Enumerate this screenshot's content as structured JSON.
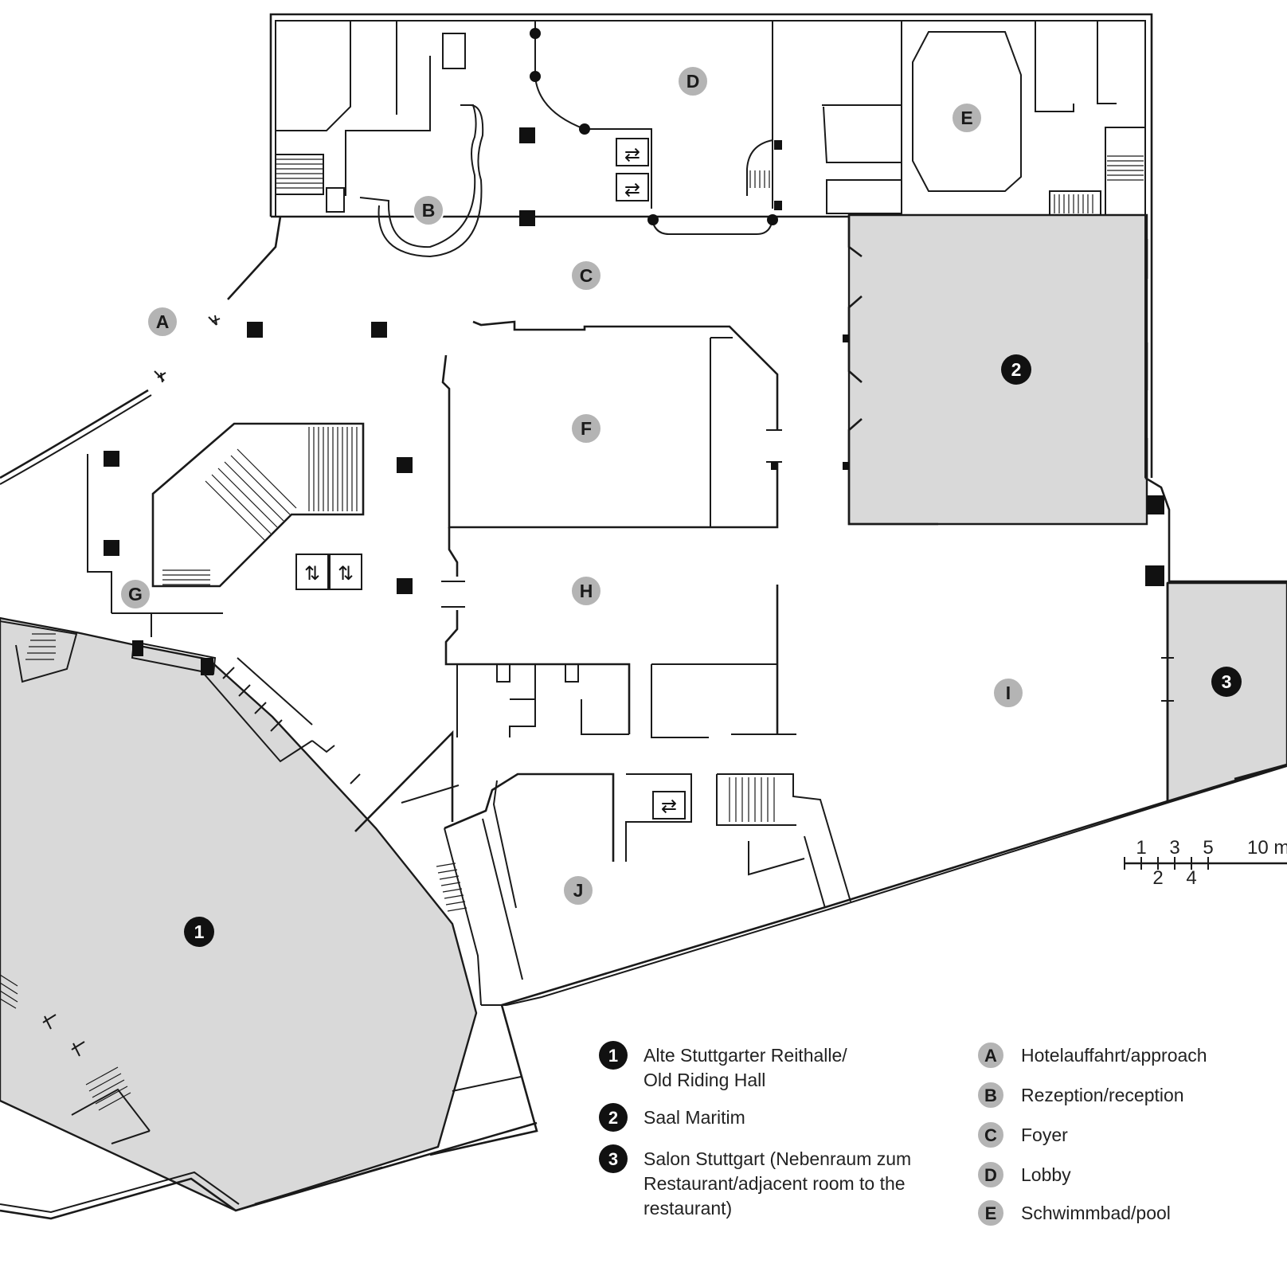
{
  "map": {
    "zone_markers": [
      {
        "id": "A",
        "label": "A"
      },
      {
        "id": "B",
        "label": "B"
      },
      {
        "id": "C",
        "label": "C"
      },
      {
        "id": "D",
        "label": "D"
      },
      {
        "id": "E",
        "label": "E"
      },
      {
        "id": "F",
        "label": "F"
      },
      {
        "id": "G",
        "label": "G"
      },
      {
        "id": "H",
        "label": "H"
      },
      {
        "id": "I",
        "label": "I"
      },
      {
        "id": "J",
        "label": "J"
      }
    ],
    "room_markers": [
      {
        "id": "1",
        "label": "1"
      },
      {
        "id": "2",
        "label": "2"
      },
      {
        "id": "3",
        "label": "3"
      }
    ],
    "colors": {
      "room_fill": "#d9d9d9",
      "zone_marker": "#b4b4b4",
      "room_marker": "#111111",
      "wall": "#1a1a1a"
    }
  },
  "scale": {
    "top_labels": [
      "1",
      "3",
      "5",
      "10 m"
    ],
    "bottom_labels": [
      "2",
      "4"
    ]
  },
  "legend": {
    "rooms": [
      {
        "badge": "1",
        "text": "Alte Stuttgarter Reithalle/ Old Riding Hall"
      },
      {
        "badge": "2",
        "text": "Saal Maritim"
      },
      {
        "badge": "3",
        "text": "Salon Stuttgart (Nebenraum zum Restaurant/adjacent room to the restaurant)"
      }
    ],
    "areas": [
      {
        "badge": "A",
        "text": "Hotelauffahrt/approach"
      },
      {
        "badge": "B",
        "text": "Rezeption/reception"
      },
      {
        "badge": "C",
        "text": "Foyer"
      },
      {
        "badge": "D",
        "text": "Lobby"
      },
      {
        "badge": "E",
        "text": "Schwimmbad/pool"
      }
    ]
  }
}
